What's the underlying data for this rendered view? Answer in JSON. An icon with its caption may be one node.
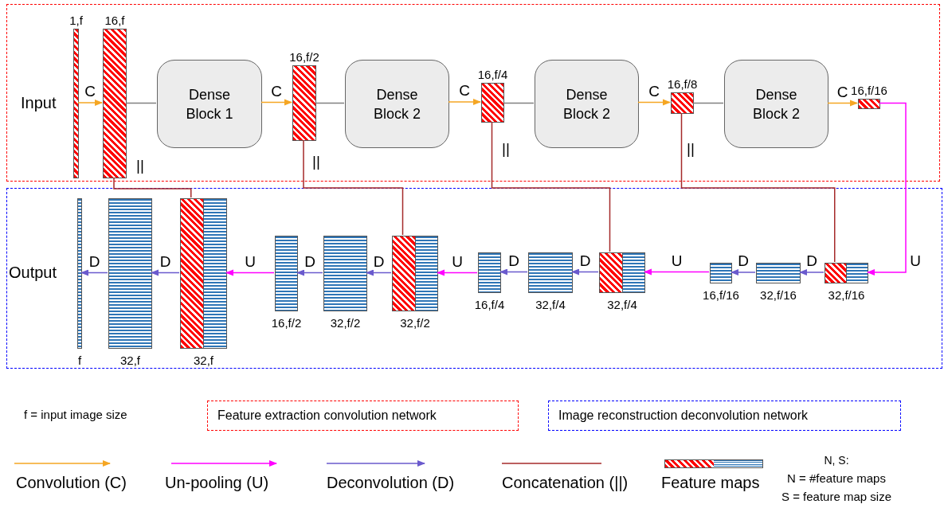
{
  "diagram": {
    "nodes": [
      {
        "text": [
          "Input"
        ]
      },
      {
        "text": [
          "1,f"
        ],
        "in": 0
      },
      {
        "text": [
          "16,f"
        ],
        "in": 0
      },
      {
        "text": [
          "Dense Block 1"
        ],
        "in": 0
      },
      {
        "text": [
          "16,f/2"
        ],
        "in": 0
      },
      {
        "text": [
          "Dense Block 2"
        ],
        "in": 0
      },
      {
        "text": [
          "16,f/4"
        ],
        "in": 0
      },
      {
        "text": [
          "Dense Block 2"
        ],
        "in": 0
      },
      {
        "text": [
          "16,f/8"
        ],
        "in": 0
      },
      {
        "text": [
          "Dense Block 2"
        ],
        "in": 0
      },
      {
        "text": [
          "16,f/16"
        ],
        "in": 0
      },
      {
        "text": [
          "Output"
        ]
      },
      {
        "text": [
          "f"
        ],
        "in": 11
      },
      {
        "text": [
          "32,f"
        ],
        "in": 11
      },
      {
        "text": [
          "32,f"
        ],
        "in": 11
      },
      {
        "text": [
          "16,f/2"
        ],
        "in": 11
      },
      {
        "text": [
          "32,f/2"
        ],
        "in": 11
      },
      {
        "text": [
          "32,f/2"
        ],
        "in": 11
      },
      {
        "text": [
          "16,f/4"
        ],
        "in": 11
      },
      {
        "text": [
          "32,f/4"
        ],
        "in": 11
      },
      {
        "text": [
          "32,f/4"
        ],
        "in": 11
      },
      {
        "text": [
          "16,f/16"
        ],
        "in": 11
      },
      {
        "text": [
          "32,f/16"
        ],
        "in": 11
      },
      {
        "text": [
          "32,f/16"
        ],
        "in": 11
      }
    ],
    "edges": [
      {
        "from": 1,
        "to": 2,
        "arrow": "to",
        "label": "C",
        "color": "#f5a623"
      },
      {
        "from": 2,
        "to": 3,
        "arrow": "none",
        "color": "#808080"
      },
      {
        "from": 3,
        "to": 4,
        "arrow": "to",
        "label": "C",
        "color": "#f5a623"
      },
      {
        "from": 4,
        "to": 5,
        "arrow": "none",
        "color": "#808080"
      },
      {
        "from": 5,
        "to": 6,
        "arrow": "to",
        "label": "C",
        "color": "#f5a623"
      },
      {
        "from": 6,
        "to": 7,
        "arrow": "none",
        "color": "#808080"
      },
      {
        "from": 7,
        "to": 8,
        "arrow": "to",
        "label": "C",
        "color": "#f5a623"
      },
      {
        "from": 8,
        "to": 9,
        "arrow": "none",
        "color": "#808080"
      },
      {
        "from": 9,
        "to": 10,
        "arrow": "to",
        "label": "C",
        "color": "#f5a623"
      },
      {
        "from": 10,
        "to": 23,
        "arrow": "to",
        "label": "U",
        "color": "#ff00ff"
      },
      {
        "from": 23,
        "to": 22,
        "arrow": "to",
        "label": "D"
      },
      {
        "from": 22,
        "to": 21,
        "arrow": "to",
        "label": "D"
      },
      {
        "from": 21,
        "to": 20,
        "arrow": "to",
        "label": "U",
        "color": "#ff00ff"
      },
      {
        "from": 20,
        "to": 19,
        "arrow": "to",
        "label": "D"
      },
      {
        "from": 19,
        "to": 18,
        "arrow": "to",
        "label": "D"
      },
      {
        "from": 18,
        "to": 17,
        "arrow": "to",
        "label": "U",
        "color": "#ff00ff"
      },
      {
        "from": 17,
        "to": 16,
        "arrow": "to",
        "label": "D"
      },
      {
        "from": 16,
        "to": 15,
        "arrow": "to",
        "label": "D"
      },
      {
        "from": 15,
        "to": 14,
        "arrow": "to",
        "label": "U",
        "color": "#ff00ff"
      },
      {
        "from": 14,
        "to": 13,
        "arrow": "to",
        "label": "D"
      },
      {
        "from": 13,
        "to": 12,
        "arrow": "to",
        "label": "D"
      },
      {
        "from": 2,
        "to": 14,
        "arrow": "none",
        "label": "||",
        "color": "#a52a2a"
      },
      {
        "from": 4,
        "to": 17,
        "arrow": "none",
        "label": "||",
        "color": "#a52a2a"
      },
      {
        "from": 6,
        "to": 20,
        "arrow": "none",
        "label": "||",
        "color": "#a52a2a"
      },
      {
        "from": 8,
        "to": 23,
        "arrow": "none",
        "label": "||",
        "color": "#a52a2a"
      }
    ],
    "labels": [
      "f = input image size",
      "N, S:",
      "N = #feature maps",
      "S = feature map size"
    ],
    "legend": [
      {
        "text": "Feature extraction convolution network"
      },
      {
        "text": "Image reconstruction deconvolution network"
      },
      {
        "text": "Convolution (C)"
      },
      {
        "text": "Un-pooling (U)"
      },
      {
        "text": "Deconvolution (D)"
      },
      {
        "text": "Concatenation (||)"
      },
      {
        "text": "Feature maps"
      }
    ]
  }
}
